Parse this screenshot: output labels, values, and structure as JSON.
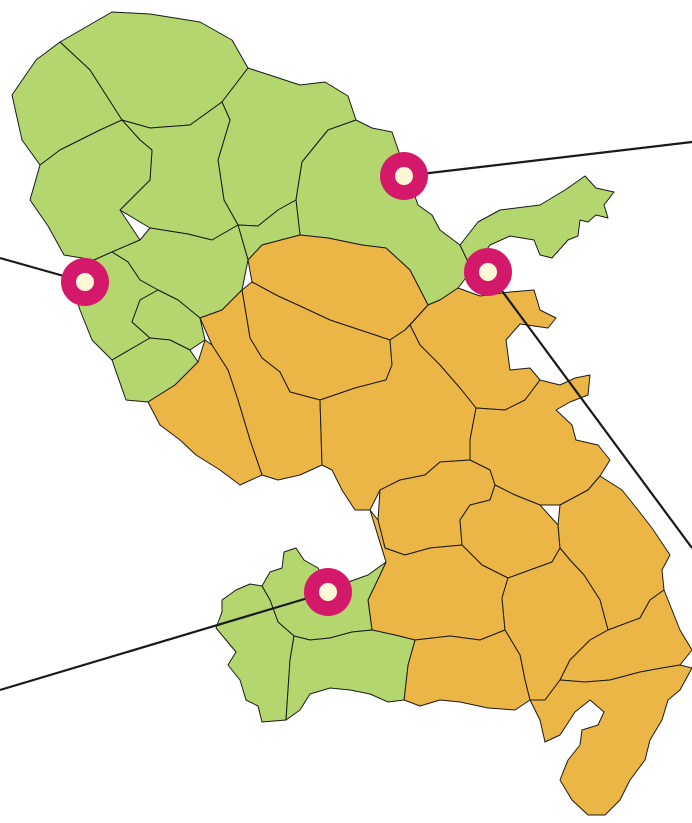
{
  "map": {
    "colors": {
      "green_region": "#b3d66e",
      "orange_region": "#ecb646",
      "border": "#1a1a1a",
      "marker_ring": "#d4196a",
      "marker_center": "#fff7d6",
      "background": "#ffffff"
    },
    "regions": [
      {
        "name": "north-group",
        "color_key": "green_region"
      },
      {
        "name": "central-south-group",
        "color_key": "orange_region"
      },
      {
        "name": "southwest-group",
        "color_key": "green_region"
      }
    ],
    "markers": [
      {
        "name": "marker-northeast"
      },
      {
        "name": "marker-west"
      },
      {
        "name": "marker-east"
      },
      {
        "name": "marker-southwest"
      }
    ]
  }
}
